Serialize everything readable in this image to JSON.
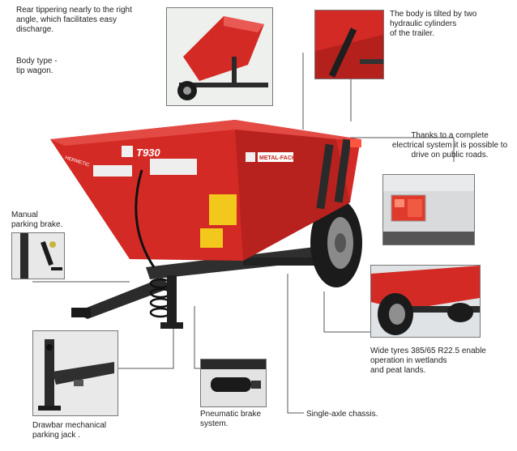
{
  "labels": {
    "rear_tipping": "Rear tippering nearly to the right\nangle, which facilitates easy\ndischarge.",
    "body_type": "Body type -\ntip wagon.",
    "body_tilted": "The body is tilted by two\nhydraulic cylinders\nof the trailer.",
    "electrical": "Thanks to a complete\nelectrical system it is possible to\ndrive on public roads.",
    "parking_brake": "Manual\nparking brake.",
    "wide_tyres": "Wide tyres 385/65 R22.5 enable\noperation in wetlands\nand peat lands.",
    "drawbar_jack": "Drawbar mechanical\nparking jack .",
    "pneumatic_brake": "Pneumatic brake\nsystem.",
    "single_axle": "Single-axle chassis."
  },
  "trailer": {
    "model": "T930",
    "brand": "METAL-FACH",
    "side_text": "HERMETIC"
  },
  "colors": {
    "body_red": "#d42a25",
    "body_red_dark": "#9e1a17",
    "chassis": "#2a2a2a",
    "leader_line": "#555555"
  }
}
